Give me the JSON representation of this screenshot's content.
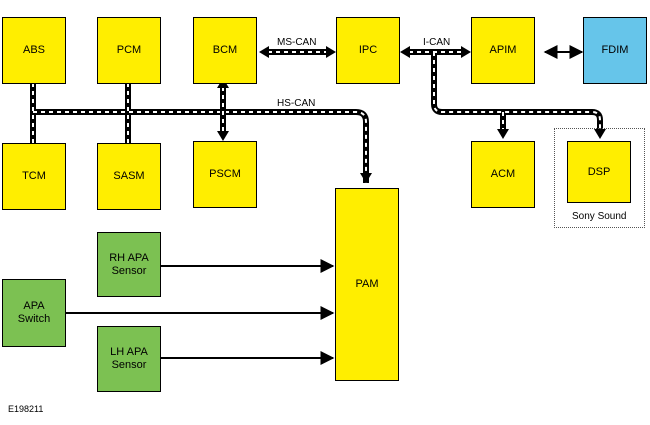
{
  "modules": {
    "abs": "ABS",
    "pcm": "PCM",
    "bcm": "BCM",
    "ipc": "IPC",
    "apim": "APIM",
    "fdim": "FDIM",
    "tcm": "TCM",
    "sasm": "SASM",
    "pscm": "PSCM",
    "pam": "PAM",
    "acm": "ACM",
    "dsp": "DSP",
    "rh_apa_sensor": "RH APA\nSensor",
    "apa_switch": "APA\nSwitch",
    "lh_apa_sensor": "LH APA\nSensor"
  },
  "networks": {
    "ms_can": "MS-CAN",
    "i_can": "I-CAN",
    "hs_can": "HS-CAN"
  },
  "groups": {
    "sony_sound": "Sony Sound"
  },
  "figure_id": "E198211",
  "colors": {
    "module_yellow": "#ffee00",
    "sensor_green": "#7cc152",
    "fdim_blue": "#66c5ea",
    "bus_black": "#000000",
    "bus_dash_white": "#ffffff"
  }
}
